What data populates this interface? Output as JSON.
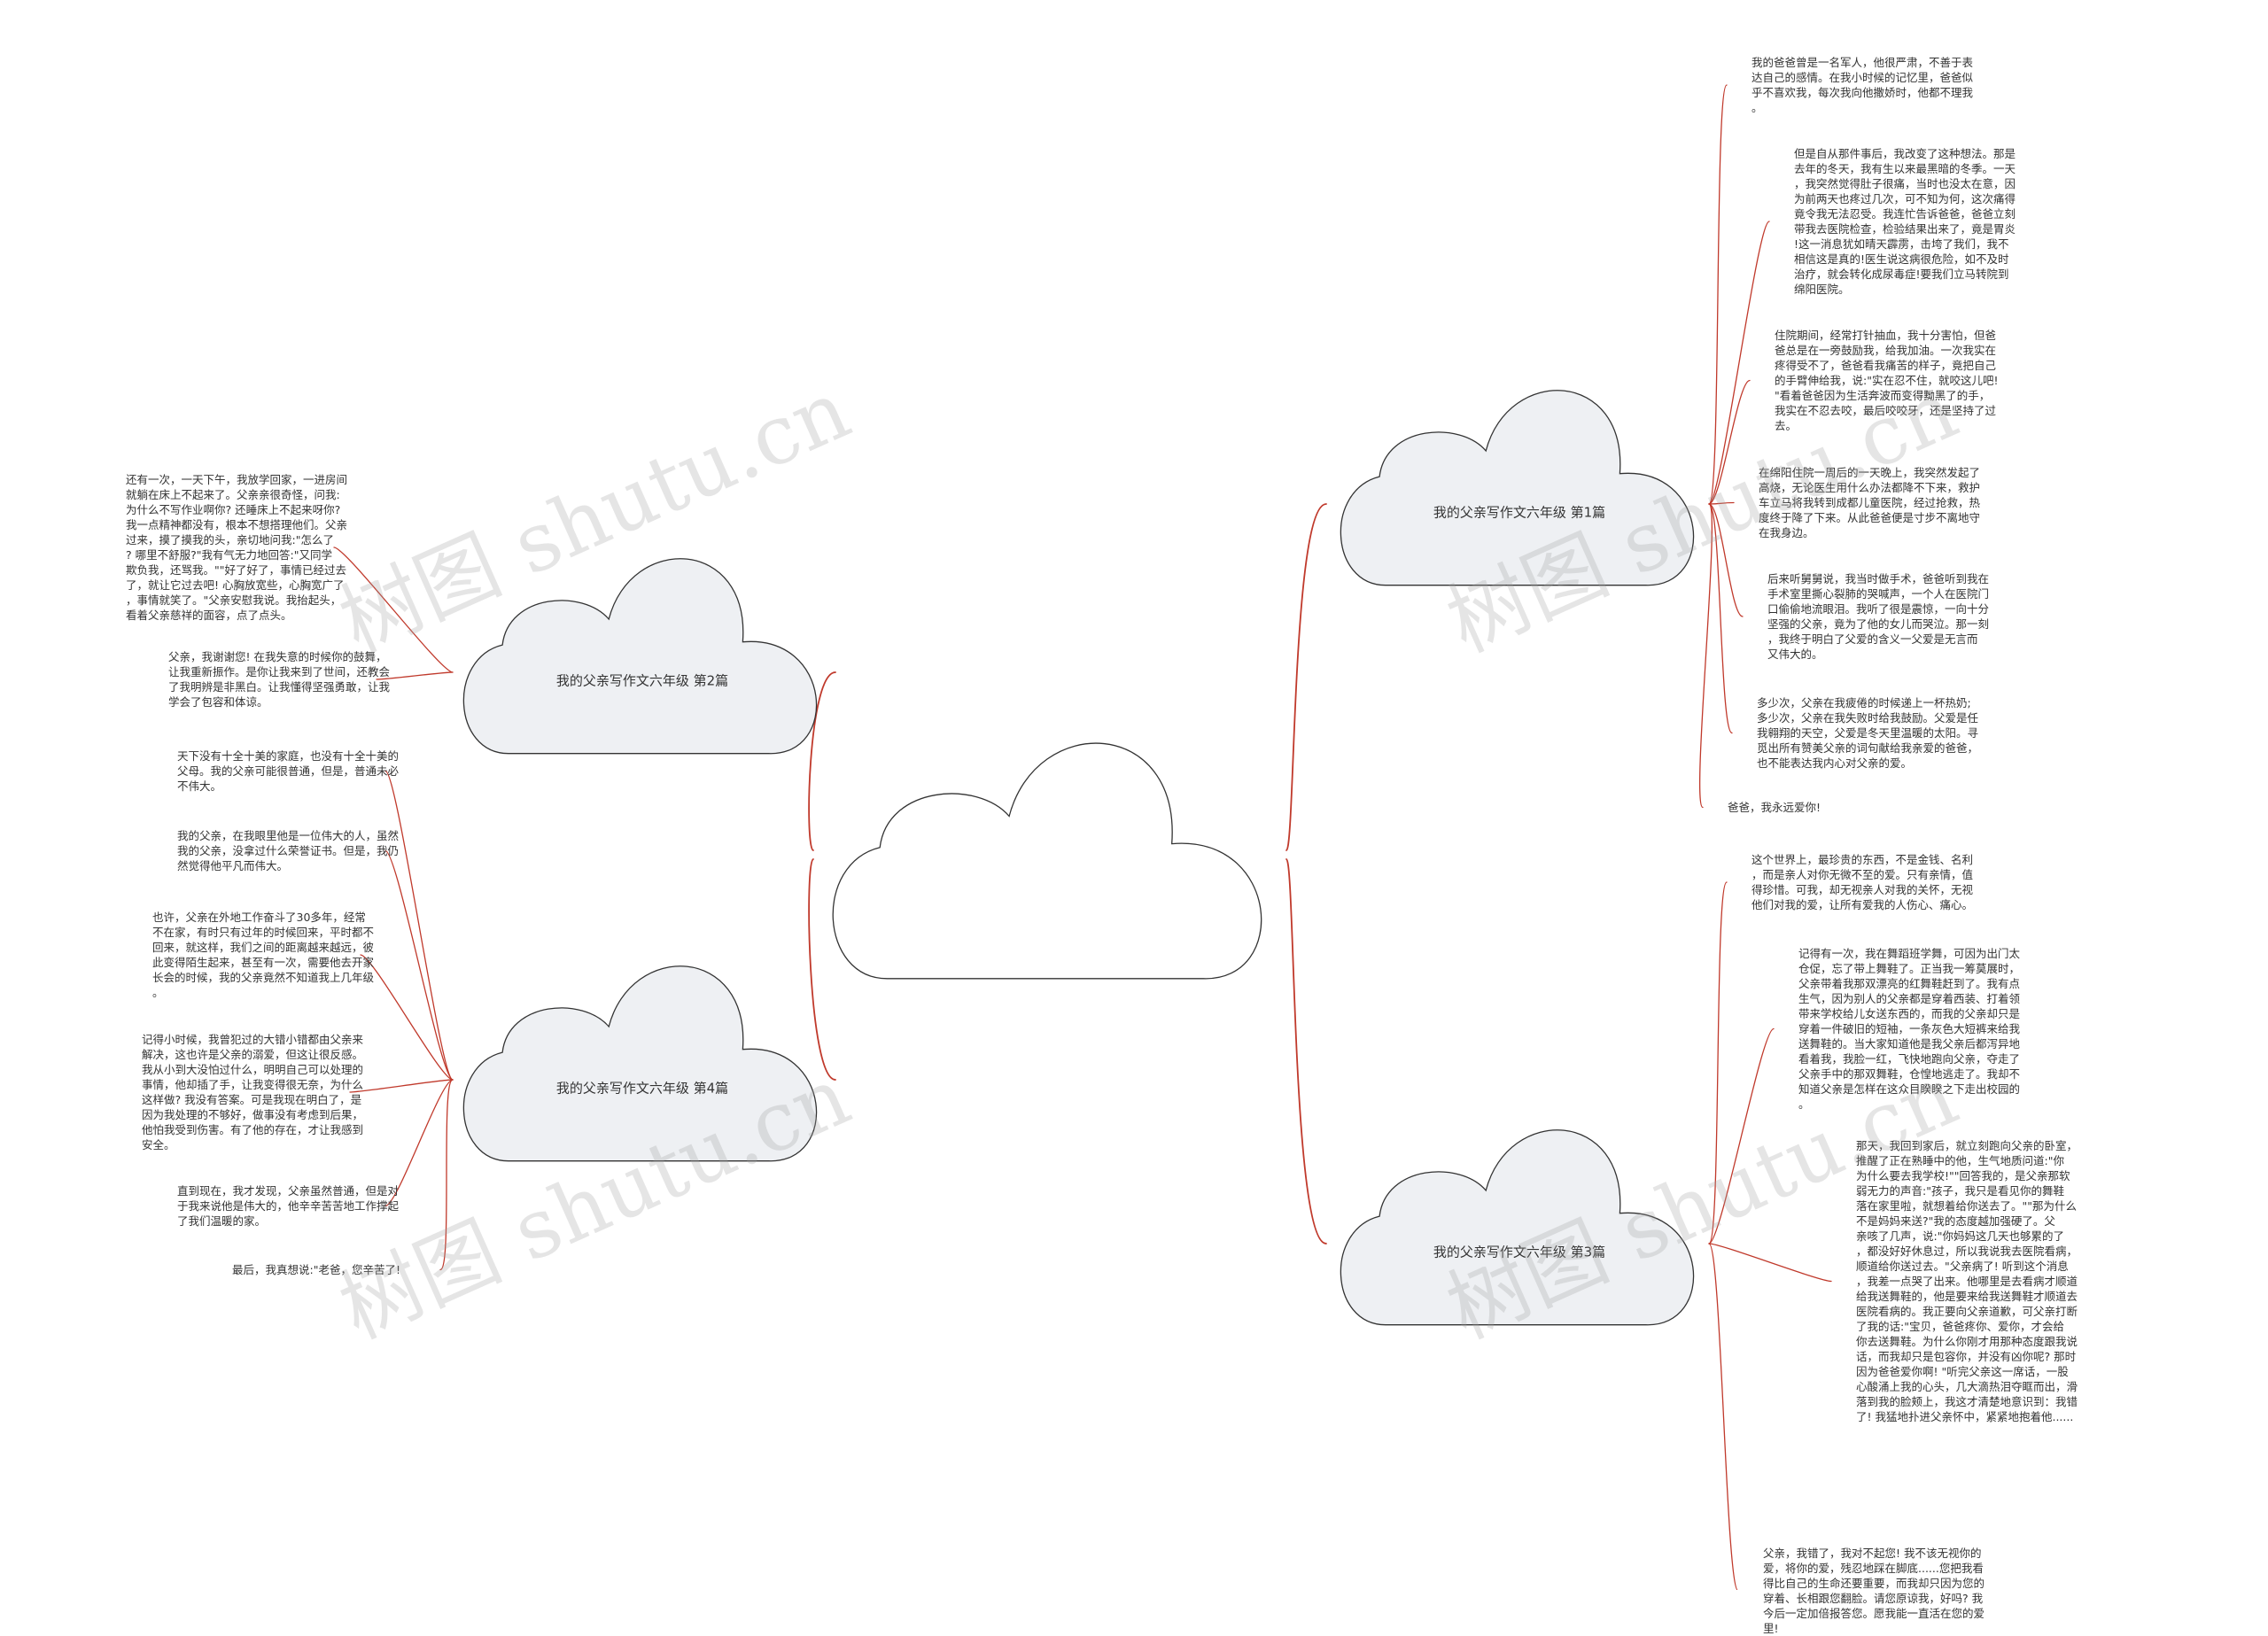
{
  "diagram": {
    "center": {
      "label": ""
    },
    "branches": [
      {
        "id": "b1",
        "label": "我的父亲写作文六年级 第1篇",
        "leaves": [
          "我的爸爸曾是一名军人，他很严肃，不善于表\n达自己的感情。在我小时候的记忆里，爸爸似\n乎不喜欢我，每次我向他撒娇时，他都不理我\n。",
          "但是自从那件事后，我改变了这种想法。那是\n去年的冬天，我有生以来最黑暗的冬季。一天\n，我突然觉得肚子很痛，当时也没太在意，因\n为前两天也疼过几次，可不知为何，这次痛得\n竟令我无法忍受。我连忙告诉爸爸，爸爸立刻\n带我去医院检查，检验结果出来了，竟是胃炎\n!这一消息犹如晴天霹雳，击垮了我们，我不\n相信这是真的!医生说这病很危险，如不及时\n治疗，就会转化成尿毒症!要我们立马转院到\n绵阳医院。",
          "住院期间，经常打针抽血，我十分害怕，但爸\n爸总是在一旁鼓励我，给我加油。一次我实在\n疼得受不了，爸爸看我痛苦的样子，竟把自己\n的手臂伸给我，说:\"实在忍不住，就咬这儿吧!\n\"看着爸爸因为生活奔波而变得黝黑了的手，\n我实在不忍去咬，最后咬咬牙，还是坚持了过\n去。",
          "在绵阳住院一周后的一天晚上，我突然发起了\n高烧，无论医生用什么办法都降不下来，救护\n车立马将我转到成都儿童医院，经过抢救，热\n度终于降了下来。从此爸爸便是寸步不离地守\n在我身边。",
          "后来听舅舅说，我当时做手术，爸爸听到我在\n手术室里撕心裂肺的哭喊声，一个人在医院门\n口偷偷地流眼泪。我听了很是震惊，一向十分\n坚强的父亲，竟为了他的女儿而哭泣。那一刻\n，我终于明白了父爱的含义一父爱是无言而\n又伟大的。",
          "多少次，父亲在我疲倦的时候递上一杯热奶;\n多少次，父亲在我失败时给我鼓励。父爱是任\n我翱翔的天空，父爱是冬天里温暖的太阳。寻\n觅出所有赞美父亲的词句献给我亲爱的爸爸，\n也不能表达我内心对父亲的爱。",
          "爸爸，我永远爱你!"
        ]
      },
      {
        "id": "b2",
        "label": "我的父亲写作文六年级 第2篇",
        "leaves": [
          "还有一次，一天下午，我放学回家，一进房间\n就躺在床上不起来了。父亲亲很奇怪，问我:\n为什么不写作业啊你? 还睡床上不起来呀你?\n我一点精神都没有，根本不想搭理他们。父亲\n过来，摸了摸我的头，亲切地问我:\"怎么了\n? 哪里不舒服?\"我有气无力地回答:\"又同学\n欺负我，还骂我。\"\"好了好了，事情已经过去\n了，就让它过去吧! 心胸放宽些，心胸宽广了\n，事情就笑了。\"父亲安慰我说。我抬起头，\n看着父亲慈祥的面容，点了点头。",
          "父亲，我谢谢您! 在我失意的时候你的鼓舞，\n让我重新振作。是你让我来到了世间，还教会\n了我明辨是非黑白。让我懂得坚强勇敢，让我\n学会了包容和体谅。"
        ]
      },
      {
        "id": "b3",
        "label": "我的父亲写作文六年级 第3篇",
        "leaves": [
          "这个世界上，最珍贵的东西，不是金钱、名利\n，而是亲人对你无微不至的爱。只有亲情，值\n得珍惜。可我，却无视亲人对我的关怀，无视\n他们对我的爱，让所有爱我的人伤心、痛心。",
          "记得有一次，我在舞蹈班学舞，可因为出门太\n仓促，忘了带上舞鞋了。正当我一筹莫展时，\n父亲带着我那双漂亮的红舞鞋赶到了。我有点\n生气，因为别人的父亲都是穿着西装、打着领\n带来学校给儿女送东西的，而我的父亲却只是\n穿着一件破旧的短袖，一条灰色大短裤来给我\n送舞鞋的。当大家知道他是我父亲后都泻异地\n看着我，我脸一红，飞快地跑向父亲，夺走了\n父亲手中的那双舞鞋，仓惶地逃走了。我却不\n知道父亲是怎样在这众目睽睽之下走出校园的\n。",
          "那天，我回到家后，就立刻跑向父亲的卧室，\n推醒了正在熟睡中的他，生气地质问道:\"你\n为什么要去我学校!\"\"回答我的，是父亲那软\n弱无力的声音:\"孩子，我只是看见你的舞鞋\n落在家里啦，就想着给你送去了。\"\"那为什么\n不是妈妈来送?\"我的态度越加强硬了。父\n亲咳了几声，说:\"你妈妈这几天也够累的了\n，都没好好休息过，所以我说我去医院看病，\n顺道给你送过去。\"父亲病了! 听到这个消息\n，我差一点哭了出来。他哪里是去看病才顺道\n给我送舞鞋的，他是要来给我送舞鞋才顺道去\n医院看病的。我正要向父亲道歉，可父亲打断\n了我的话:\"宝贝，爸爸疼你、爱你，才会给\n你去送舞鞋。为什么你刚才用那种态度跟我说\n话，而我却只是包容你，并没有凶你呢? 那时\n因为爸爸爱你啊! \"听完父亲这一席话，一股\n心酸涌上我的心头，几大滴热泪夺眶而出，滑\n落到我的脸颊上，我这才清楚地意识到：我错\n了! 我猛地扑进父亲怀中，紧紧地抱着他......",
          "父亲，我错了，我对不起您! 我不该无视你的\n爱，将你的爱，残忍地踩在脚底......您把我看\n得比自己的生命还要重要，而我却只因为您的\n穿着、长相跟您翻脸。请您原谅我，好吗? 我\n今后一定加倍报答您。愿我能一直活在您的爱\n里!"
        ]
      },
      {
        "id": "b4",
        "label": "我的父亲写作文六年级 第4篇",
        "leaves": [
          "天下没有十全十美的家庭，也没有十全十美的\n父母。我的父亲可能很普通，但是，普通未必\n不伟大。",
          "我的父亲，在我眼里他是一位伟大的人，虽然\n我的父亲，没拿过什么荣誉证书。但是，我仍\n然觉得他平凡而伟大。",
          "也许，父亲在外地工作奋斗了30多年，经常\n不在家，有时只有过年的时候回来，平时都不\n回来，就这样，我们之间的距离越来越远，彼\n此变得陌生起来，甚至有一次，需要他去开家\n长会的时候，我的父亲竟然不知道我上几年级\n。",
          "记得小时候，我曾犯过的大错小错都由父亲来\n解决，这也许是父亲的溺爱，但这让很反感。\n我从小到大没怕过什么，明明自己可以处理的\n事情，他却插了手，让我变得很无奈，为什么\n这样做? 我没有答案。可是我现在明白了，是\n因为我处理的不够好，做事没有考虑到后果，\n他怕我受到伤害。有了他的存在，才让我感到\n安全。",
          "直到现在，我才发现，父亲虽然普通，但是对\n于我来说他是伟大的，他辛辛苦苦地工作撑起\n了我们温暖的家。",
          "最后，我真想说:\"老爸，您辛苦了!"
        ]
      }
    ]
  },
  "watermark": {
    "text": "树图 shutu.cn"
  },
  "colors": {
    "connector": "#c0392b",
    "cloud_fill_center": "#ffffff",
    "cloud_fill_branch": "#eef0f3",
    "cloud_stroke": "#333333"
  }
}
